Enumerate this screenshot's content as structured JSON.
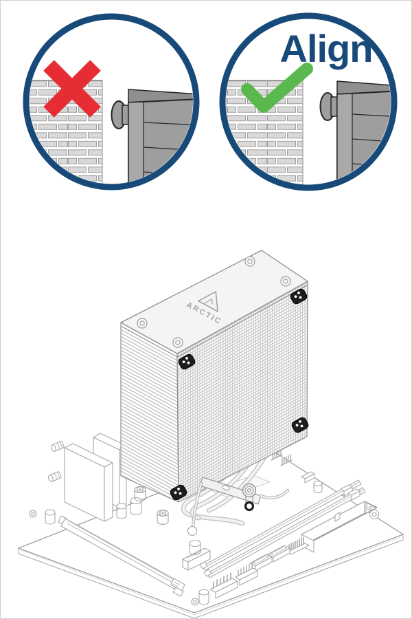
{
  "page": {
    "background_color": "#ffffff",
    "frame_border_color": "#cfcfcf"
  },
  "colors": {
    "navy": "#174a78",
    "red": "#e62d33",
    "green": "#5bb84e",
    "fan_gray": "#9e9e9e",
    "fin_gray": "#d9d9d9",
    "lineart_gray": "#a8a8a8"
  },
  "panels": {
    "misaligned": {
      "symbol": "cross",
      "meaning": "fan not aligned with top of heatsink"
    },
    "aligned": {
      "label": "Align",
      "symbol": "check",
      "meaning": "fan aligned with top of heatsink"
    }
  },
  "cooler": {
    "brand_label": "ARCTIC"
  }
}
